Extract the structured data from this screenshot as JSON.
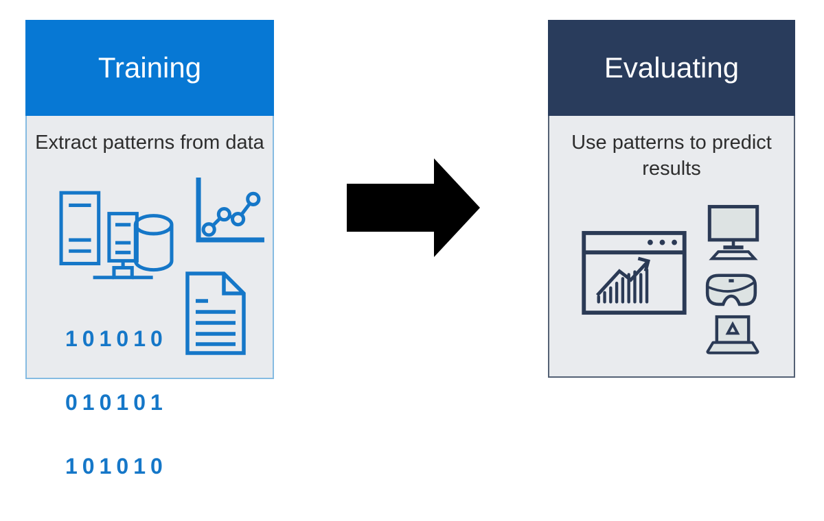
{
  "colors": {
    "training_header_bg": "#0778D4",
    "evaluating_header_bg": "#293C5C",
    "card_body_bg": "#E9EBEE",
    "header_text": "#FFFFFF",
    "body_text": "#2D2D2D",
    "icon_blue": "#1577C8",
    "icon_navy": "#2B3A55",
    "training_border": "#85BBE2",
    "evaluating_border": "#536074",
    "screen_fill": "#DDE3E3",
    "arrow_color": "#000000"
  },
  "training_card": {
    "title": "Training",
    "description": "Extract patterns from data",
    "binary_lines": [
      "101010",
      "010101",
      "101010"
    ],
    "icons": [
      {
        "name": "servers-database-icon"
      },
      {
        "name": "line-chart-icon"
      },
      {
        "name": "binary-code-icon"
      },
      {
        "name": "document-icon"
      }
    ]
  },
  "arrow": {
    "name": "right-arrow",
    "direction": "right"
  },
  "evaluating_card": {
    "title": "Evaluating",
    "description": "Use patterns to predict results",
    "icons": [
      {
        "name": "browser-chart-icon"
      },
      {
        "name": "monitor-icon"
      },
      {
        "name": "vr-headset-icon"
      },
      {
        "name": "laptop-alert-icon"
      }
    ]
  }
}
